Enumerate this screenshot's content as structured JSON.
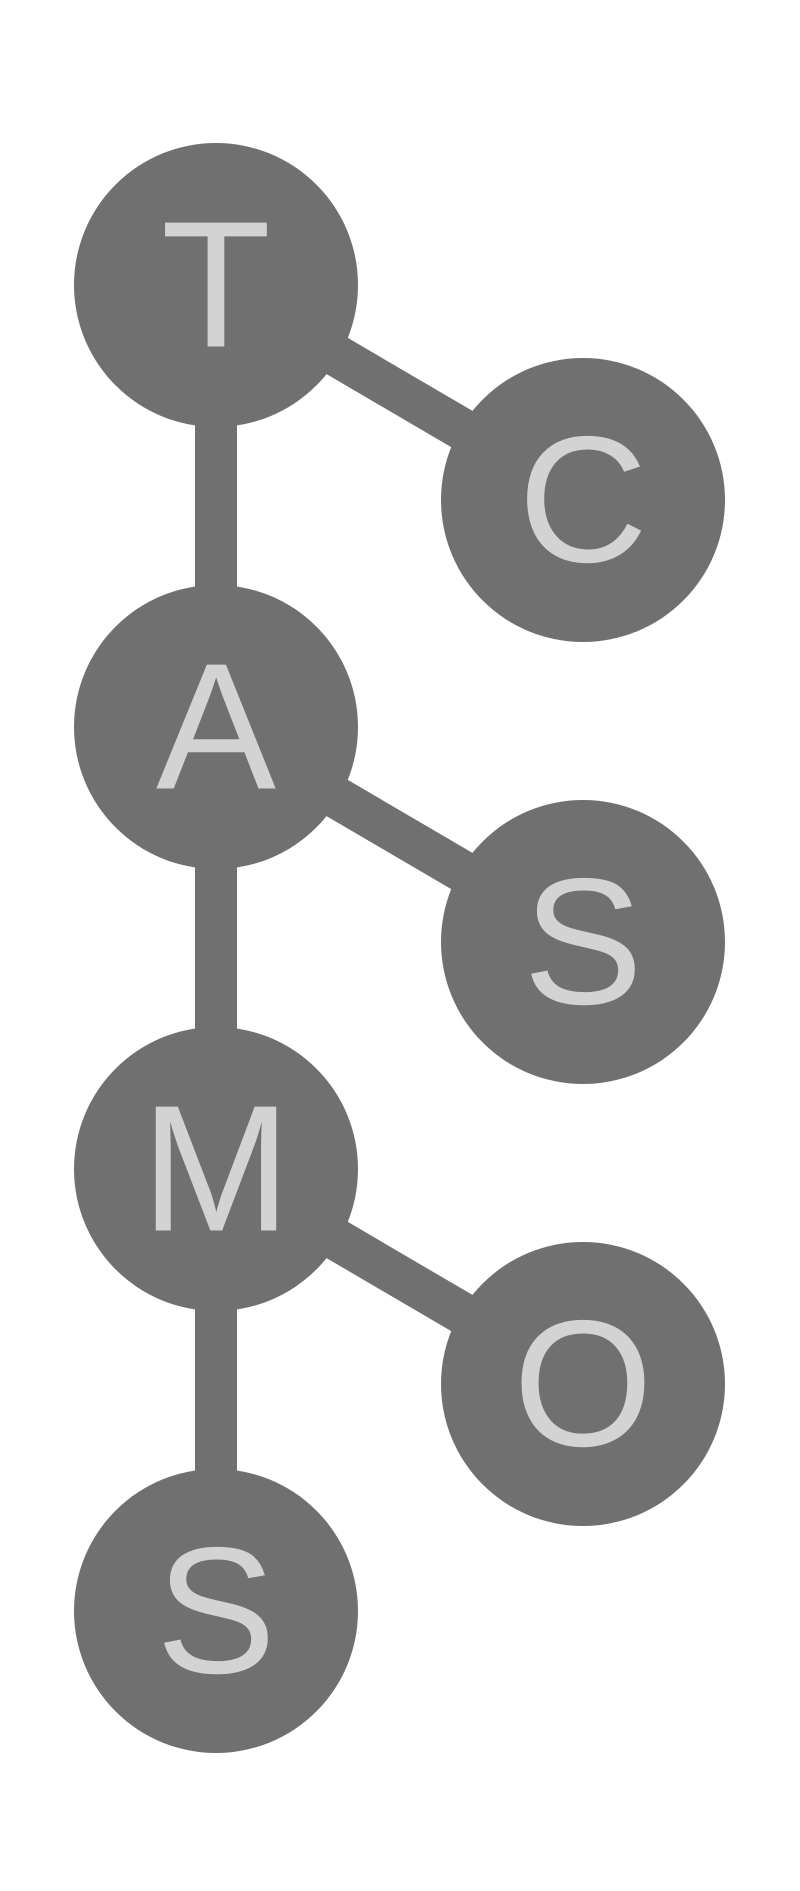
{
  "colors": {
    "node_fill": "#707070",
    "edge": "#707070",
    "label": "#d3d3d3",
    "background": "#ffffff"
  },
  "nodes": [
    {
      "id": "t",
      "label": "T"
    },
    {
      "id": "c",
      "label": "C"
    },
    {
      "id": "a",
      "label": "A"
    },
    {
      "id": "s1",
      "label": "S"
    },
    {
      "id": "m",
      "label": "M"
    },
    {
      "id": "o",
      "label": "O"
    },
    {
      "id": "s2",
      "label": "S"
    }
  ],
  "edges": [
    [
      "t",
      "a"
    ],
    [
      "a",
      "m"
    ],
    [
      "m",
      "s2"
    ],
    [
      "t",
      "c"
    ],
    [
      "a",
      "s1"
    ],
    [
      "m",
      "o"
    ]
  ]
}
